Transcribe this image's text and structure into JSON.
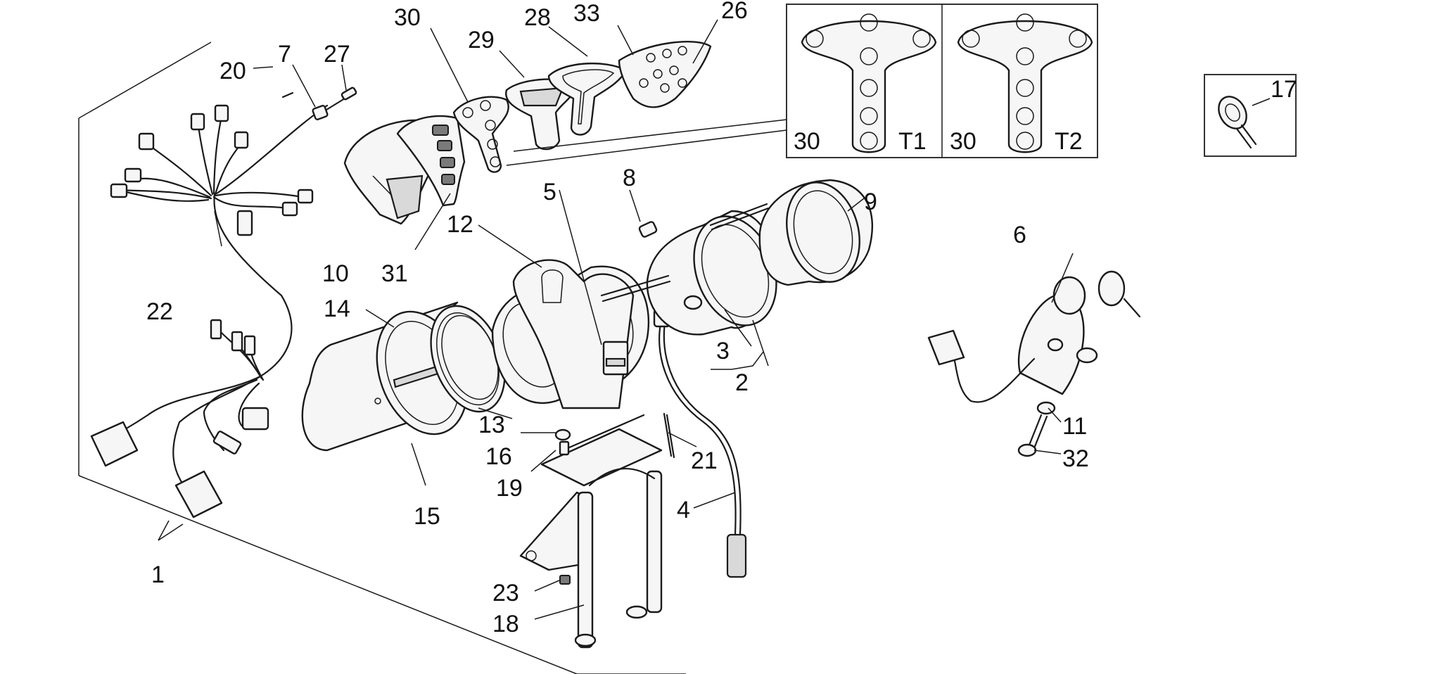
{
  "callouts": {
    "c1": "1",
    "c2": "2",
    "c3": "3",
    "c4": "4",
    "c5": "5",
    "c6": "6",
    "c7": "7",
    "c8": "8",
    "c9": "9",
    "c10": "10",
    "c11": "11",
    "c12": "12",
    "c13": "13",
    "c14": "14",
    "c15": "15",
    "c16": "16",
    "c17": "17",
    "c18": "18",
    "c19": "19",
    "c20": "20",
    "c21": "21",
    "c22": "22",
    "c23": "23",
    "c26": "26",
    "c27": "27",
    "c28": "28",
    "c29": "29",
    "c30": "30",
    "c31": "31",
    "c32": "32",
    "c33": "33"
  },
  "insets": {
    "t1": {
      "part": "30",
      "variant": "T1"
    },
    "t2": {
      "part": "30",
      "variant": "T2"
    }
  },
  "colors": {
    "line": "#1a1a1a",
    "background": "#ffffff",
    "fill": "#f6f6f6",
    "shade": "#d9d9d9"
  }
}
